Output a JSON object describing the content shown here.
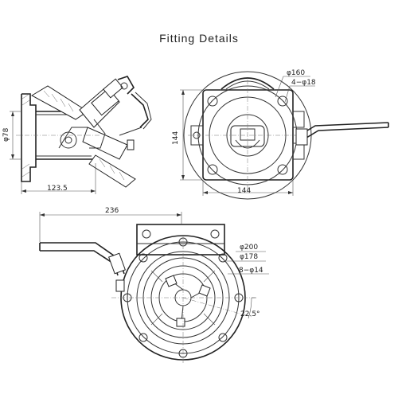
{
  "title": "Fitting Details",
  "side_view": {
    "dim_bore": "φ78",
    "dim_length": "123.5"
  },
  "front_view": {
    "dim_flange_dia": "φ160",
    "dim_bolt_holes": "4−φ18",
    "dim_height": "144",
    "dim_width": "144"
  },
  "bottom_view": {
    "dim_overall": "236",
    "dim_outer_dia": "φ200",
    "dim_pcd": "φ178",
    "dim_holes": "8−φ14",
    "dim_angle": "22.5°"
  },
  "colors": {
    "line": "#333333",
    "background": "#ffffff"
  }
}
